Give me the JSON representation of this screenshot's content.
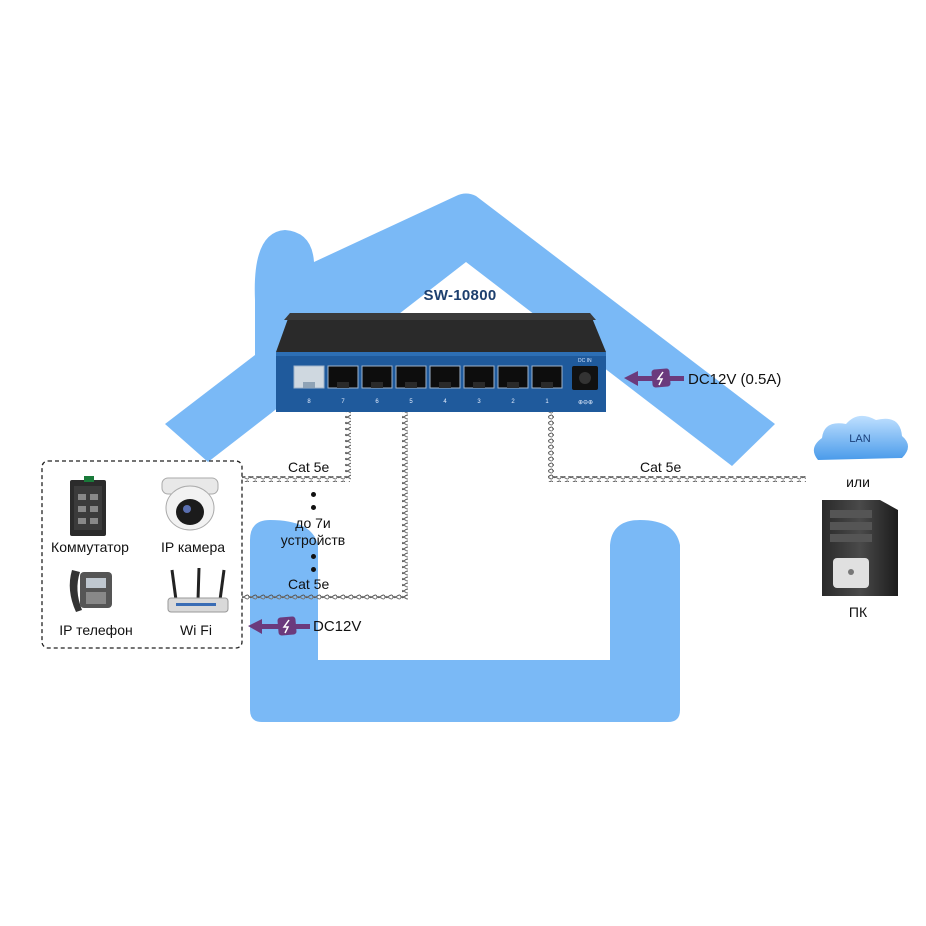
{
  "switch": {
    "model": "SW-10800",
    "port_numbers": [
      "8",
      "7",
      "6",
      "5",
      "4",
      "3",
      "2",
      "1"
    ],
    "power_label": "DC IN"
  },
  "power": {
    "switch_supply": "DC12V (0.5A)",
    "device_supply": "DC12V"
  },
  "uplink": {
    "cable": "Cat 5e",
    "network": "LAN",
    "or_text": "или",
    "pc_label": "ПК"
  },
  "devices_group": {
    "top_cable": "Cat 5e",
    "bottom_cable": "Cat 5e",
    "count_note_line1": "до 7и",
    "count_note_line2": "устройств",
    "items": [
      "Коммутатор",
      "IP камера",
      "IP телефон",
      "Wi Fi"
    ]
  },
  "colors": {
    "house": "#6fb3f5",
    "switch_body": "#1f5a9c",
    "power_arrow": "#6b3a7d"
  }
}
